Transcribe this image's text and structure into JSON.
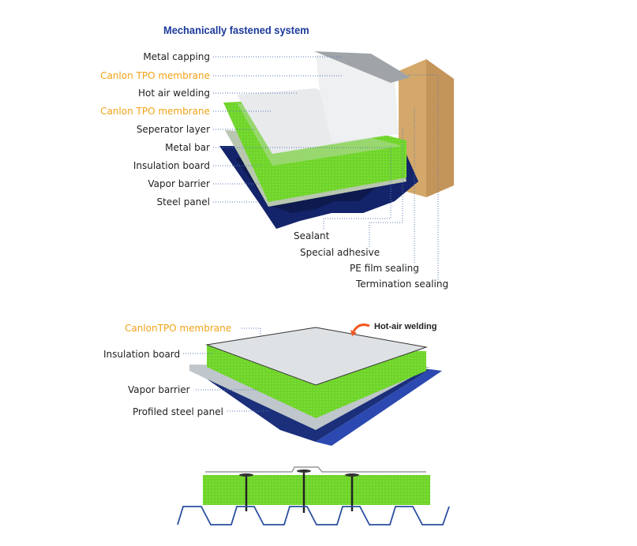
{
  "title": "Mechanically fastened system",
  "top_diagram": {
    "left_labels": [
      {
        "text": "Metal capping",
        "highlight": false
      },
      {
        "text": "Canlon TPO membrane",
        "highlight": true
      },
      {
        "text": "Hot air welding",
        "highlight": false
      },
      {
        "text": "Canlon TPO membrane",
        "highlight": true
      },
      {
        "text": "Seperator layer",
        "highlight": false
      },
      {
        "text": "Metal bar",
        "highlight": false
      },
      {
        "text": "Insulation board",
        "highlight": false
      },
      {
        "text": "Vapor barrier",
        "highlight": false
      },
      {
        "text": "Steel panel",
        "highlight": false
      }
    ],
    "bottom_labels": [
      "Sealant",
      "Special adhesive",
      "PE  film sealing",
      "Termination sealing"
    ]
  },
  "middle_diagram": {
    "labels": [
      {
        "text": "CanlonTPO membrane",
        "highlight": true
      },
      {
        "text": "Insulation board",
        "highlight": false
      },
      {
        "text": "Vapor barrier",
        "highlight": false
      },
      {
        "text": "Profiled steel panel",
        "highlight": false
      }
    ],
    "callout": "Hot-air welding"
  },
  "colors": {
    "highlight": "#f2a317",
    "title": "#1c3a9a",
    "insulation": "#6fd42a",
    "steel": "#1b2f7a",
    "arrow": "#f05a24"
  }
}
